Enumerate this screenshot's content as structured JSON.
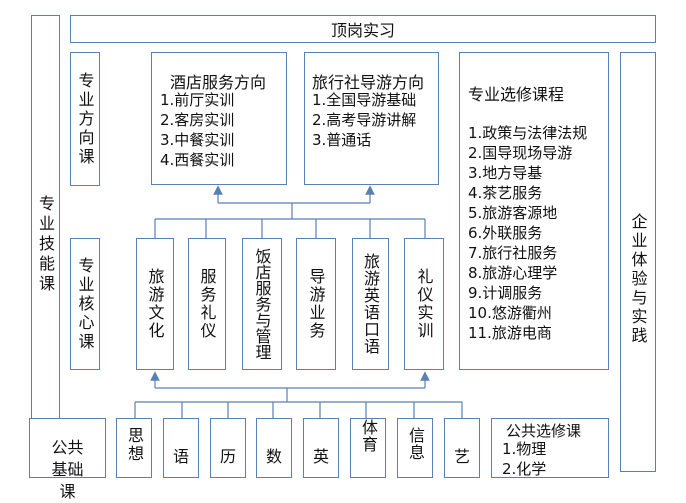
{
  "top_bar": {
    "label": "顶岗实习"
  },
  "left_column": {
    "label": "专业技能课"
  },
  "right_column": {
    "label": "企业体验与实践"
  },
  "direction_course": {
    "label": "专业方向课"
  },
  "core_course": {
    "label": "专业核心课"
  },
  "hotel_direction": {
    "title": "酒店服务方向",
    "items": [
      "1.前厅实训",
      "2.客房实训",
      "3.中餐实训",
      "4.西餐实训"
    ]
  },
  "travel_direction": {
    "title": "旅行社导游方向",
    "items": [
      "1.全国导游基础",
      "2.高考导游讲解",
      "3.普通话"
    ]
  },
  "electives": {
    "title": "专业选修课程",
    "items": [
      "1.政策与法律法规",
      "2.国导现场导游",
      "3.地方导基",
      "4.茶艺服务",
      "5.旅游客源地",
      "6.外联服务",
      "7.旅行社服务",
      "8.旅游心理学",
      "9.计调服务",
      "10.悠游衢州",
      "11.旅游电商"
    ]
  },
  "core_subjects": [
    "旅游文化",
    "服务礼仪",
    "饭店服务与管理",
    "导游业务",
    "旅游英语口语",
    "礼仪实训"
  ],
  "public_label": "公共基础课",
  "public_subjects": [
    "思想",
    "语",
    "历",
    "数",
    "英",
    "体育",
    "信息",
    "艺"
  ],
  "public_electives": {
    "title": "公共选修课",
    "items": [
      "1.物理",
      "2.化学"
    ]
  },
  "colors": {
    "border": "#5a7fb5",
    "arrow": "#5a7fb5"
  }
}
